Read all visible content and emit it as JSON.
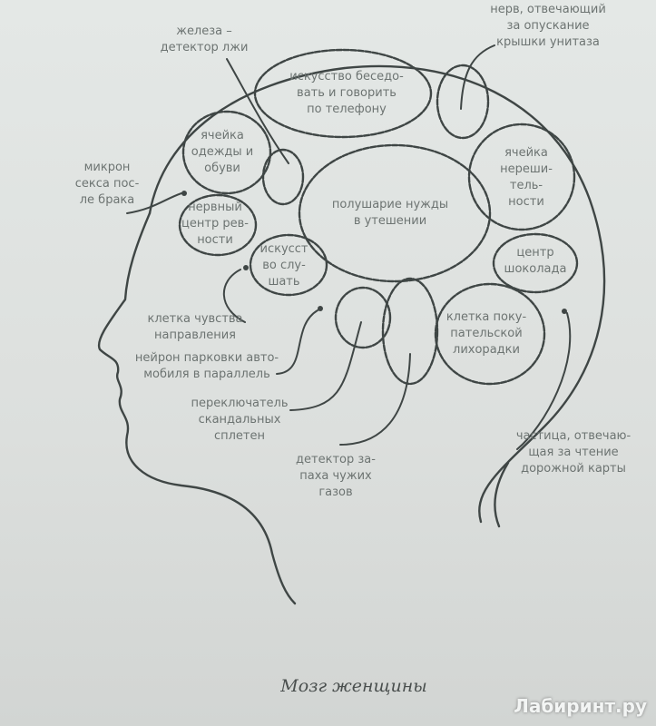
{
  "labels": {
    "lie_detector": [
      "железа –",
      "детектор лжи"
    ],
    "toilet_nerve": [
      "нерв, отвечающий",
      "за опускание",
      "крышки унитаза"
    ],
    "phone_talk": [
      "искусство беседо-",
      "вать и говорить",
      "по телефону"
    ],
    "clothes": [
      "ячейка",
      "одежды и",
      "обуви"
    ],
    "sex_micron": [
      "микрон",
      "секса пос-",
      "ле брака"
    ],
    "comfort": [
      "полушарие нужды",
      "в утешении"
    ],
    "indecision": [
      "ячейка",
      "нереши-",
      "тель-",
      "ности"
    ],
    "jealousy": [
      "нервный",
      "центр рев-",
      "ности"
    ],
    "listening": [
      "искусст",
      "во слу-",
      "шать"
    ],
    "chocolate": [
      "центр",
      "шоколада"
    ],
    "shopping": [
      "клетка поку-",
      "пательской",
      "лихорадки"
    ],
    "direction": [
      "клетка чувства",
      "направления"
    ],
    "parking": [
      "нейрон парковки авто-",
      "мобиля в параллель"
    ],
    "gossip": [
      "переключатель",
      "скандальных",
      "сплетен"
    ],
    "gas": [
      "детектор за-",
      "паха чужих",
      "газов"
    ],
    "map": [
      "частица, отвечаю-",
      "щая за чтение",
      "дорожной карты"
    ]
  },
  "caption": "Мозг женщины",
  "watermark": "Лабиринт.ру"
}
